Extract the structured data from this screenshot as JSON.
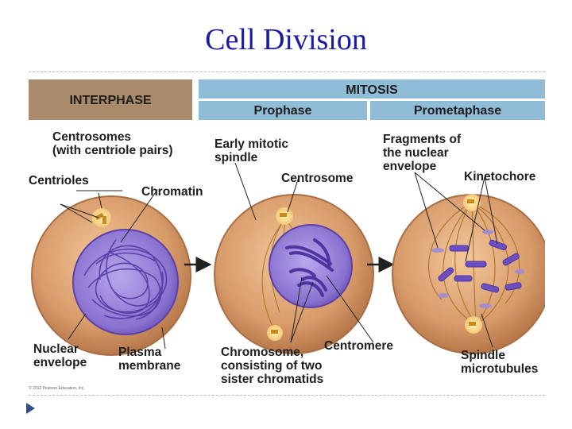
{
  "slide": {
    "title": "Cell Division"
  },
  "diagram": {
    "headers": {
      "interphase": "INTERPHASE",
      "mitosis": "MITOSIS",
      "prophase": "Prophase",
      "prometaphase": "Prometaphase"
    },
    "labels": {
      "centrosomes": [
        "Centrosomes",
        "(with centriole pairs)"
      ],
      "centrioles": "Centrioles",
      "chromatin": "Chromatin",
      "nuclear_envelope": [
        "Nuclear",
        "envelope"
      ],
      "plasma_membrane": [
        "Plasma",
        "membrane"
      ],
      "early_mitotic_spindle": [
        "Early mitotic",
        "spindle"
      ],
      "centrosome": "Centrosome",
      "chromosome": [
        "Chromosome,",
        "consisting of two",
        "sister chromatids"
      ],
      "centromere": "Centromere",
      "fragments": [
        "Fragments of",
        "the nuclear",
        "envelope"
      ],
      "kinetochore": "Kinetochore",
      "spindle_microtubules": [
        "Spindle",
        "microtubules"
      ]
    },
    "copyright": "© 2012 Pearson Education, Inc."
  },
  "colors": {
    "title": "#1a1aa6",
    "interphase_header": "#a98a6a",
    "mitosis_header": "#8fbcd6",
    "cell": "#d49a6a",
    "nucleus": "#7b63c4",
    "chromosome": "#5a3fa6",
    "bullet": "#2f4f8f"
  }
}
